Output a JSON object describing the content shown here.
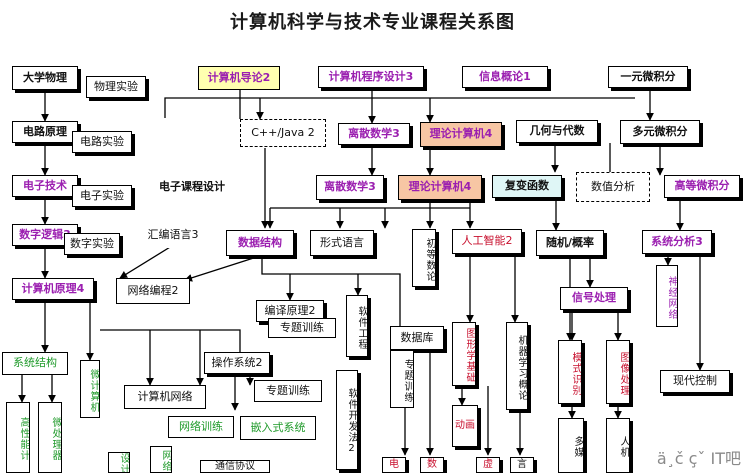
{
  "title": "计算机科学与技术专业课程关系图",
  "watermark": "ä¸č çˇ IT吧",
  "nodes": {
    "physics": "大学物理",
    "physics_lab": "物理实验",
    "intro": "计算机导论2",
    "programming": "计算机程序设计3",
    "info_theory": "信息概论1",
    "calc1": "一元微积分",
    "circuit": "电路原理",
    "circuit_lab": "电路实验",
    "cpp_java": "C++/Java 2",
    "discrete1": "离散数学3",
    "theory1": "理论计算机4",
    "geometry": "几何与代数",
    "calc_multi": "多元微积分",
    "electronics": "电子技术",
    "electronics_lab": "电子实验",
    "e_course": "电子课程设计",
    "discrete2": "离散数学3",
    "theory2": "理论计算机4",
    "complex": "复变函数",
    "numerical": "数值分析",
    "adv_calc": "高等微积分",
    "digital_logic": "数字逻辑3",
    "digital_lab": "数字实验",
    "assembly": "汇编语言3",
    "data_struct": "数据结构",
    "formal_lang": "形式语言",
    "elementary_nt": "初等数论",
    "ai": "人工智能2",
    "prob": "随机/概率",
    "systems_analysis": "系统分析3",
    "comp_principle": "计算机原理4",
    "net_prog": "网络编程2",
    "compiler": "编译原理2",
    "project_train": "专题训练",
    "soft_eng": "软件工程",
    "database": "数据库",
    "graphics": "图形学基础",
    "ml": "机器学习概论",
    "signal": "信号处理",
    "neural": "神经网络",
    "sys_struct": "系统结构",
    "micro_comp": "微计算机",
    "os": "操作系统2",
    "project_train2": "专题训练",
    "modern_control": "现代控制",
    "high_perf": "高性能计",
    "micro_arch": "微处理器",
    "comp_network": "计算机网络",
    "soft_dev": "软件开发法2",
    "db_train": "专题训练",
    "animation": "动画",
    "pattern": "模式识别",
    "image": "图像处理",
    "net_train": "网络训练",
    "embedded": "嵌入式系统",
    "multi_media": "多媒",
    "hci": "人机",
    "bottom_a": "设计",
    "bottom_b": "网络",
    "bottom_c": "通信协议",
    "bottom_d": "电",
    "bottom_e": "数",
    "bottom_f": "虚",
    "bottom_g": "言"
  },
  "colors": {
    "purple": "#9b1fb0",
    "red": "#c8102e",
    "green": "#1f9a2a",
    "blue": "#1f3fb0",
    "highlight_yellow": "#ffffb0",
    "highlight_salmon": "#f7c6a4"
  }
}
